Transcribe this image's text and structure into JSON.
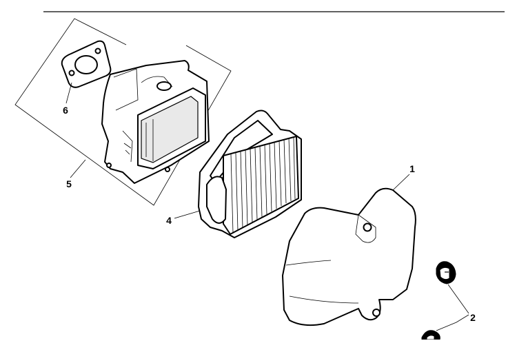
{
  "diagram": {
    "callouts": [
      {
        "id": "1",
        "label": "1",
        "part": "air-cleaner-cover"
      },
      {
        "id": "2",
        "label": "2",
        "part": "cover-knob"
      },
      {
        "id": "4",
        "label": "4",
        "part": "air-filter-element"
      },
      {
        "id": "5",
        "label": "5",
        "part": "air-cleaner-base-assembly"
      },
      {
        "id": "6",
        "label": "6",
        "part": "base-gasket"
      }
    ]
  }
}
